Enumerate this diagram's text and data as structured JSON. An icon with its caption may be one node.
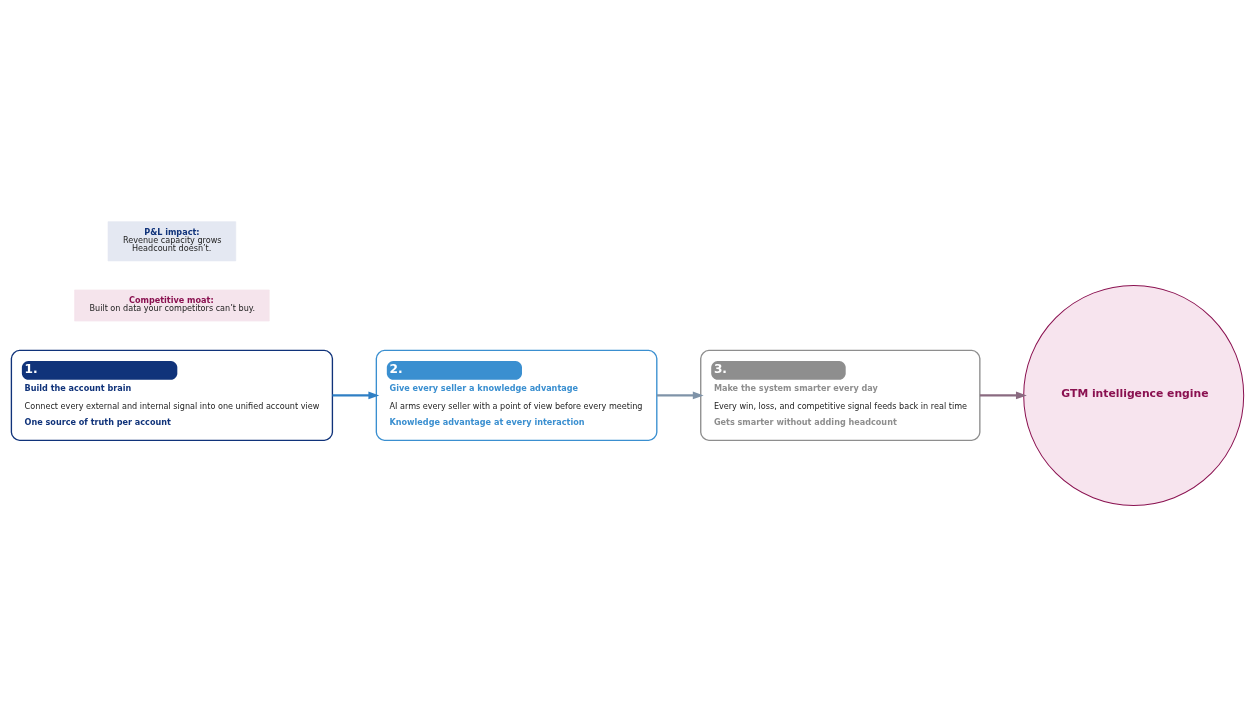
{
  "diagram": {
    "nodes": [
      {
        "text": [
          "1.",
          "Build the account brain",
          "Connect every external and internal signal into one unified account view",
          "One source of truth per account"
        ]
      },
      {
        "text": [
          "GTM intelligence engine"
        ]
      },
      {
        "text": [
          "P&L impact:",
          "Revenue capacity grows",
          "Headcount doesn’t."
        ]
      },
      {
        "text": [
          "Competitive moat:",
          "Built on data your competitors can’t buy."
        ]
      },
      {
        "text": [
          "2.",
          "Give every seller a knowledge advantage",
          "AI arms every seller with a point of view before every meeting",
          "Knowledge advantage at every interaction"
        ]
      },
      {
        "text": [
          "3.",
          "Make the system smarter every day",
          "Every win, loss, and competitive signal feeds back in real time",
          "Gets smarter without adding headcount"
        ]
      }
    ],
    "edges": [
      {
        "from": 0,
        "to": 4,
        "arrow": "to",
        "color": "#2f7fc4"
      },
      {
        "from": 4,
        "to": 5,
        "arrow": "to",
        "color": "#7f93a8"
      },
      {
        "from": 5,
        "to": 1,
        "arrow": "to",
        "color": "#8a6a80"
      }
    ]
  }
}
